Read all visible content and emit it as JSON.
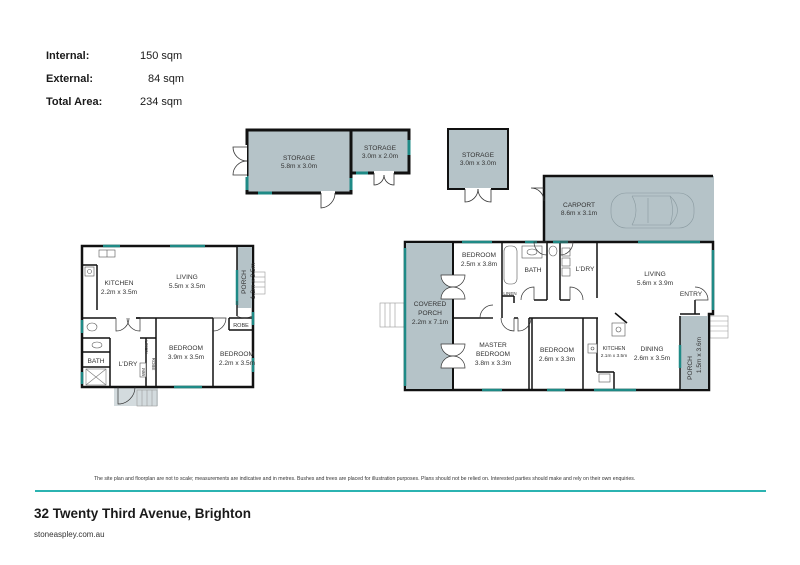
{
  "areas": {
    "internal": {
      "label": "Internal:",
      "value": "150 sqm"
    },
    "external": {
      "label": "External:",
      "value": "84 sqm"
    },
    "total": {
      "label": "Total Area:",
      "value": "234 sqm"
    }
  },
  "rooms": {
    "storage_a": {
      "name": "STORAGE",
      "size": "5.8m x 3.0m"
    },
    "storage_b": {
      "name": "STORAGE",
      "size": "3.0m x 2.0m"
    },
    "storage_c": {
      "name": "STORAGE",
      "size": "3.0m x 3.0m"
    },
    "carport": {
      "name": "CARPORT",
      "size": "8.6m x 3.1m"
    },
    "granny_kitchen": {
      "name": "KITCHEN",
      "size": "2.2m x 3.5m"
    },
    "granny_living": {
      "name": "LIVING",
      "size": "5.5m x 3.5m"
    },
    "granny_porch": {
      "name": "PORCH",
      "size": "1.2m x 3.5m"
    },
    "granny_robe": {
      "name": "ROBE"
    },
    "granny_bath": {
      "name": "BATH"
    },
    "granny_laundry": {
      "name": "L'DRY"
    },
    "granny_linen": {
      "name": "LINEN"
    },
    "granny_wm": {
      "name": "WM"
    },
    "granny_robe2": {
      "name": "ROBE"
    },
    "granny_bedroom1": {
      "name": "BEDROOM",
      "size": "3.9m x 3.5m"
    },
    "granny_bedroom2": {
      "name": "BEDROOM",
      "size": "2.2m x 3.5m"
    },
    "covered_porch": {
      "name1": "COVERED",
      "name2": "PORCH",
      "size": "2.2m x 7.1m"
    },
    "bedroom_a": {
      "name": "BEDROOM",
      "size": "2.5m x 3.8m"
    },
    "main_bath": {
      "name": "BATH"
    },
    "main_linen": {
      "name": "LINEN"
    },
    "main_laundry": {
      "name": "L'DRY"
    },
    "main_living": {
      "name": "LIVING",
      "size": "5.6m x 3.9m"
    },
    "entry": {
      "name": "ENTRY"
    },
    "master": {
      "name1": "MASTER",
      "name2": "BEDROOM",
      "size": "3.8m x 3.3m"
    },
    "bedroom_b": {
      "name": "BEDROOM",
      "size": "2.6m x 3.3m"
    },
    "main_kitchen": {
      "name": "KITCHEN",
      "size": "2.1m x 3.5m"
    },
    "dining": {
      "name": "DINING",
      "size": "2.6m x 3.5m"
    },
    "main_porch": {
      "name": "PORCH",
      "size": "1.5m x 3.6m"
    }
  },
  "colors": {
    "wall": "#111111",
    "fill_external": "#b5c3c8",
    "window": "#1f8a86",
    "accent": "#2bb3b1"
  },
  "footer": {
    "disclaimer": "The site plan and floorplan are not to scale; measurements are indicative and in metres. Bushes and trees are placed for illustration purposes. Plans should not be relied on. Interested parties should make and rely on their own enquiries.",
    "address": "32 Twenty Third Avenue, Brighton",
    "website": "stoneaspley.com.au"
  }
}
